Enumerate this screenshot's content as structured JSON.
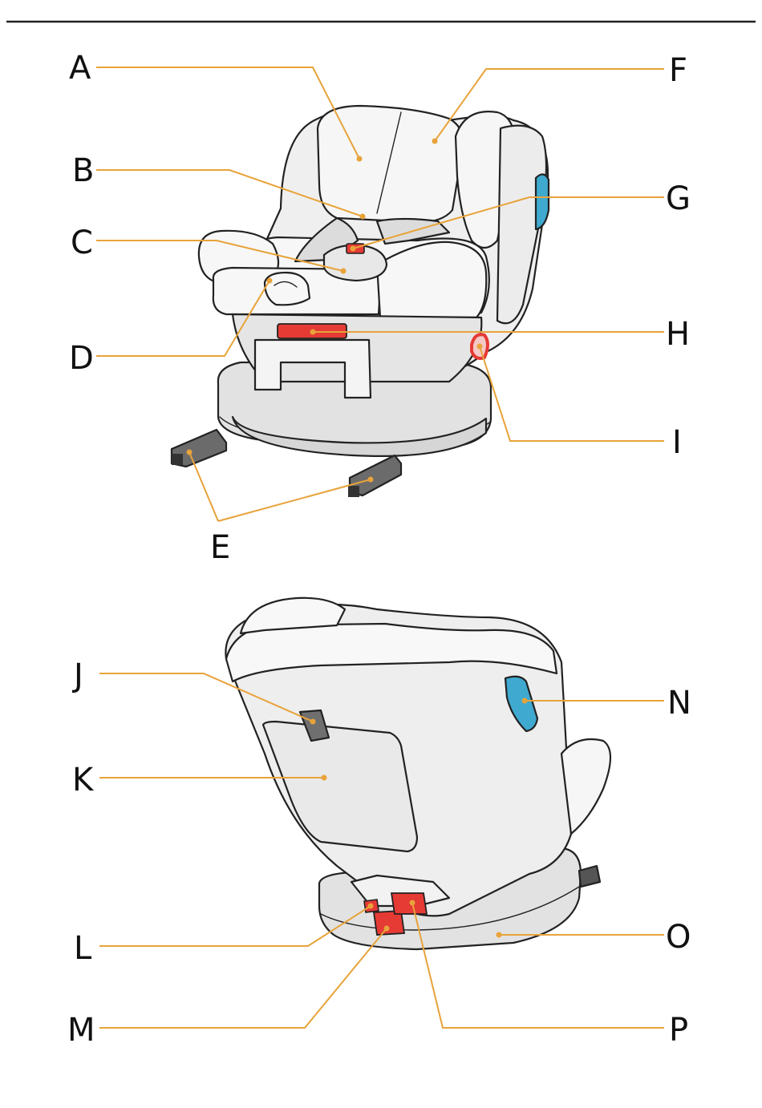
{
  "labels": {
    "A": "A",
    "B": "B",
    "C": "C",
    "D": "D",
    "E": "E",
    "F": "F",
    "G": "G",
    "H": "H",
    "I": "I",
    "J": "J",
    "K": "K",
    "L": "L",
    "M": "M",
    "N": "N",
    "O": "O",
    "P": "P"
  },
  "colors": {
    "leader": "#e8a33a",
    "accent_red": "#e63a35",
    "accent_blue": "#3fa9cf",
    "seat_fill": "#f1f1f1",
    "base_fill": "#e2e2e2",
    "outline": "#222222"
  }
}
